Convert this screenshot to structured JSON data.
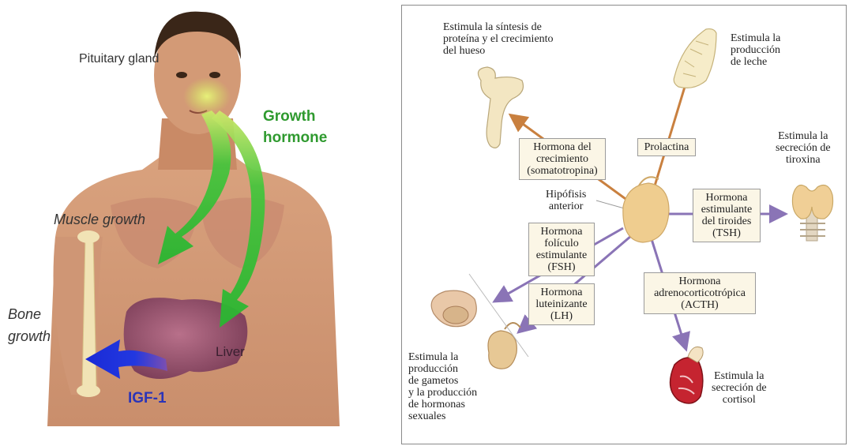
{
  "left": {
    "pituitary": "Pituitary gland",
    "growth_hormone": "Growth\nhormone",
    "muscle_growth": "Muscle growth",
    "bone_growth": "Bone\ngrowth",
    "liver": "Liver",
    "igf1": "IGF-1"
  },
  "right": {
    "bone_effect": "Estimula la síntesis de\nproteína y el crecimiento\ndel hueso",
    "milk_effect": "Estimula la\nproducción\nde leche",
    "thyroid_effect": "Estimula la\nsecreción de\ntiroxina",
    "gamete_effect": "Estimula la\nproducción\nde gametos\ny la producción\nde hormonas\nsexuales",
    "cortisol_effect": "Estimula la\nsecreción de\ncortisol",
    "gh_box": "Hormona del\ncrecimiento\n(somatotropina)",
    "prolactin_box": "Prolactina",
    "tsh_box": "Hormona\nestimulante\ndel tiroides\n(TSH)",
    "fsh_box": "Hormona\nfolículo\nestimulante\n(FSH)",
    "lh_box": "Hormona\nluteinizante\n(LH)",
    "acth_box": "Hormona\nadrenocorticotrópica\n(ACTH)",
    "pituitary_label": "Hipófisis\nanterior"
  },
  "colors": {
    "growth_arrow": "#3cc23c",
    "igf_arrow": "#1f2fd8",
    "growth_text": "#2f9a2f",
    "igf_text": "#2a34b8",
    "orange_arrow": "#c9803f",
    "purple_arrow": "#8a74b6",
    "box_fill": "#fbf6e6"
  },
  "icons": [
    "human-torso",
    "femur-bone-icon",
    "mammary-gland-icon",
    "thyroid-icon",
    "ovary-icon",
    "testis-icon",
    "adrenal-kidney-icon",
    "pituitary-gland-icon"
  ]
}
